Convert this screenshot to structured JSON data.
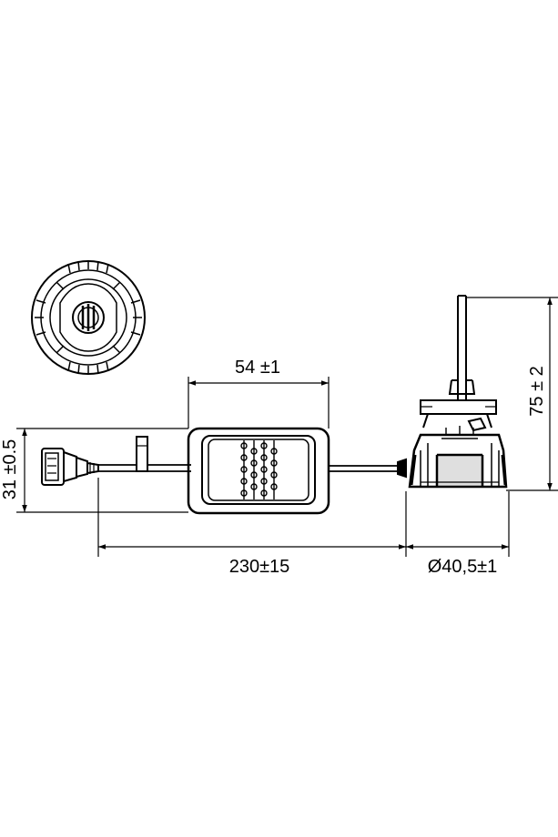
{
  "dimensions": {
    "module_width": "54 ±1",
    "cable_length": "230±15",
    "diameter": "Ø40,5±1",
    "height": "75 ± 2",
    "module_height": "31 ±0.5"
  }
}
